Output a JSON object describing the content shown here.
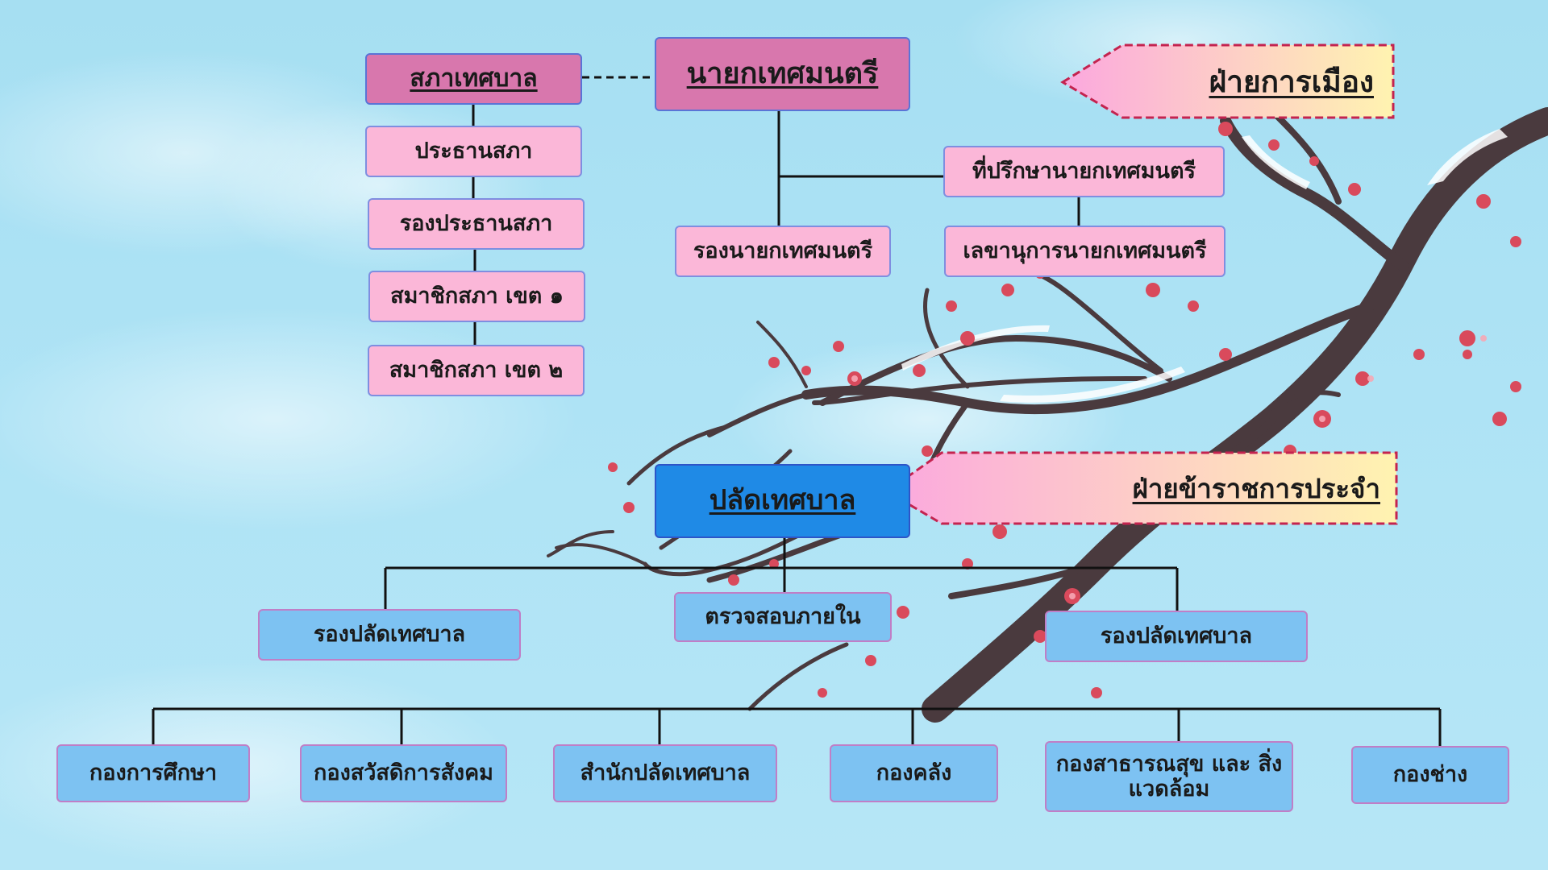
{
  "colors": {
    "sky": "#aee3f5",
    "pink_dark": "#d877ad",
    "pink_light": "#fbb7d8",
    "blue_main": "#1f8ae6",
    "blue_light": "#7dc2f2",
    "connector": "#111111",
    "banner_border": "#c4234f"
  },
  "council": {
    "title": "สภาเทศบาล",
    "chair": "ประธานสภา",
    "vice_chair": "รองประธานสภา",
    "member_1": "สมาชิกสภา เขต ๑",
    "member_2": "สมาชิกสภา เขต ๒"
  },
  "mayor": {
    "title": "นายกเทศมนตรี",
    "deputy": "รองนายกเทศมนตรี",
    "advisor": "ที่ปรึกษานายกเทศมนตรี",
    "secretary": "เลขานุการนายกเทศมนตรี"
  },
  "clerk": {
    "title": "ปลัดเทศบาล",
    "deputy_left": "รองปลัดเทศบาล",
    "audit": "ตรวจสอบภายใน",
    "deputy_right": "รองปลัดเทศบาล"
  },
  "divisions": [
    "กองการศึกษา",
    "กองสวัสดิการสังคม",
    "สำนักปลัดเทศบาล",
    "กองคลัง",
    "กองสาธารณสุข และ สิ่งแวดล้อม",
    "กองช่าง"
  ],
  "banners": {
    "political": "ฝ่ายการเมือง",
    "permanent": "ฝ่ายข้าราชการประจำ"
  },
  "decor": {
    "branch_icon": "plum-blossom-branch-icon",
    "cloud_icon": "cloud-icon"
  }
}
